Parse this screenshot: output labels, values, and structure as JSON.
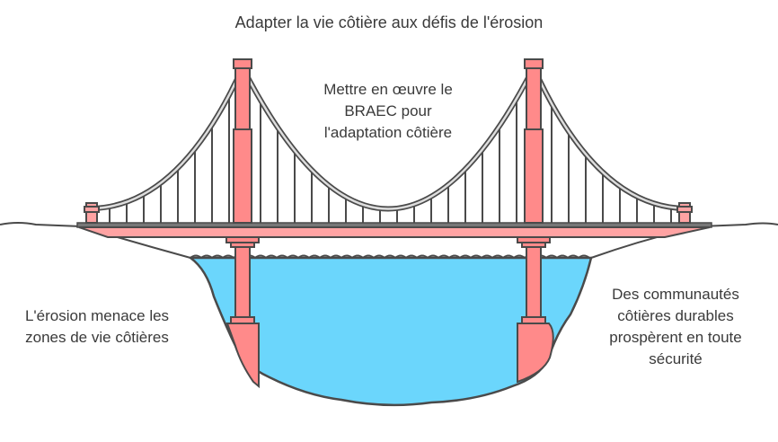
{
  "title": "Adapter la vie côtière aux défis de l'érosion",
  "center_label": [
    "Mettre en œuvre le",
    "BRAEC pour",
    "l'adaptation côtière"
  ],
  "left_label": [
    "L'érosion menace les",
    "zones de vie côtières"
  ],
  "right_label": [
    "Des communautés",
    "côtières durables",
    "prospèrent en toute",
    "sécurité"
  ],
  "colors": {
    "bridge": "#ff8a8a",
    "deck": "#ffa3a3",
    "water": "#6bd6fc",
    "outline": "#4a4a4a"
  }
}
